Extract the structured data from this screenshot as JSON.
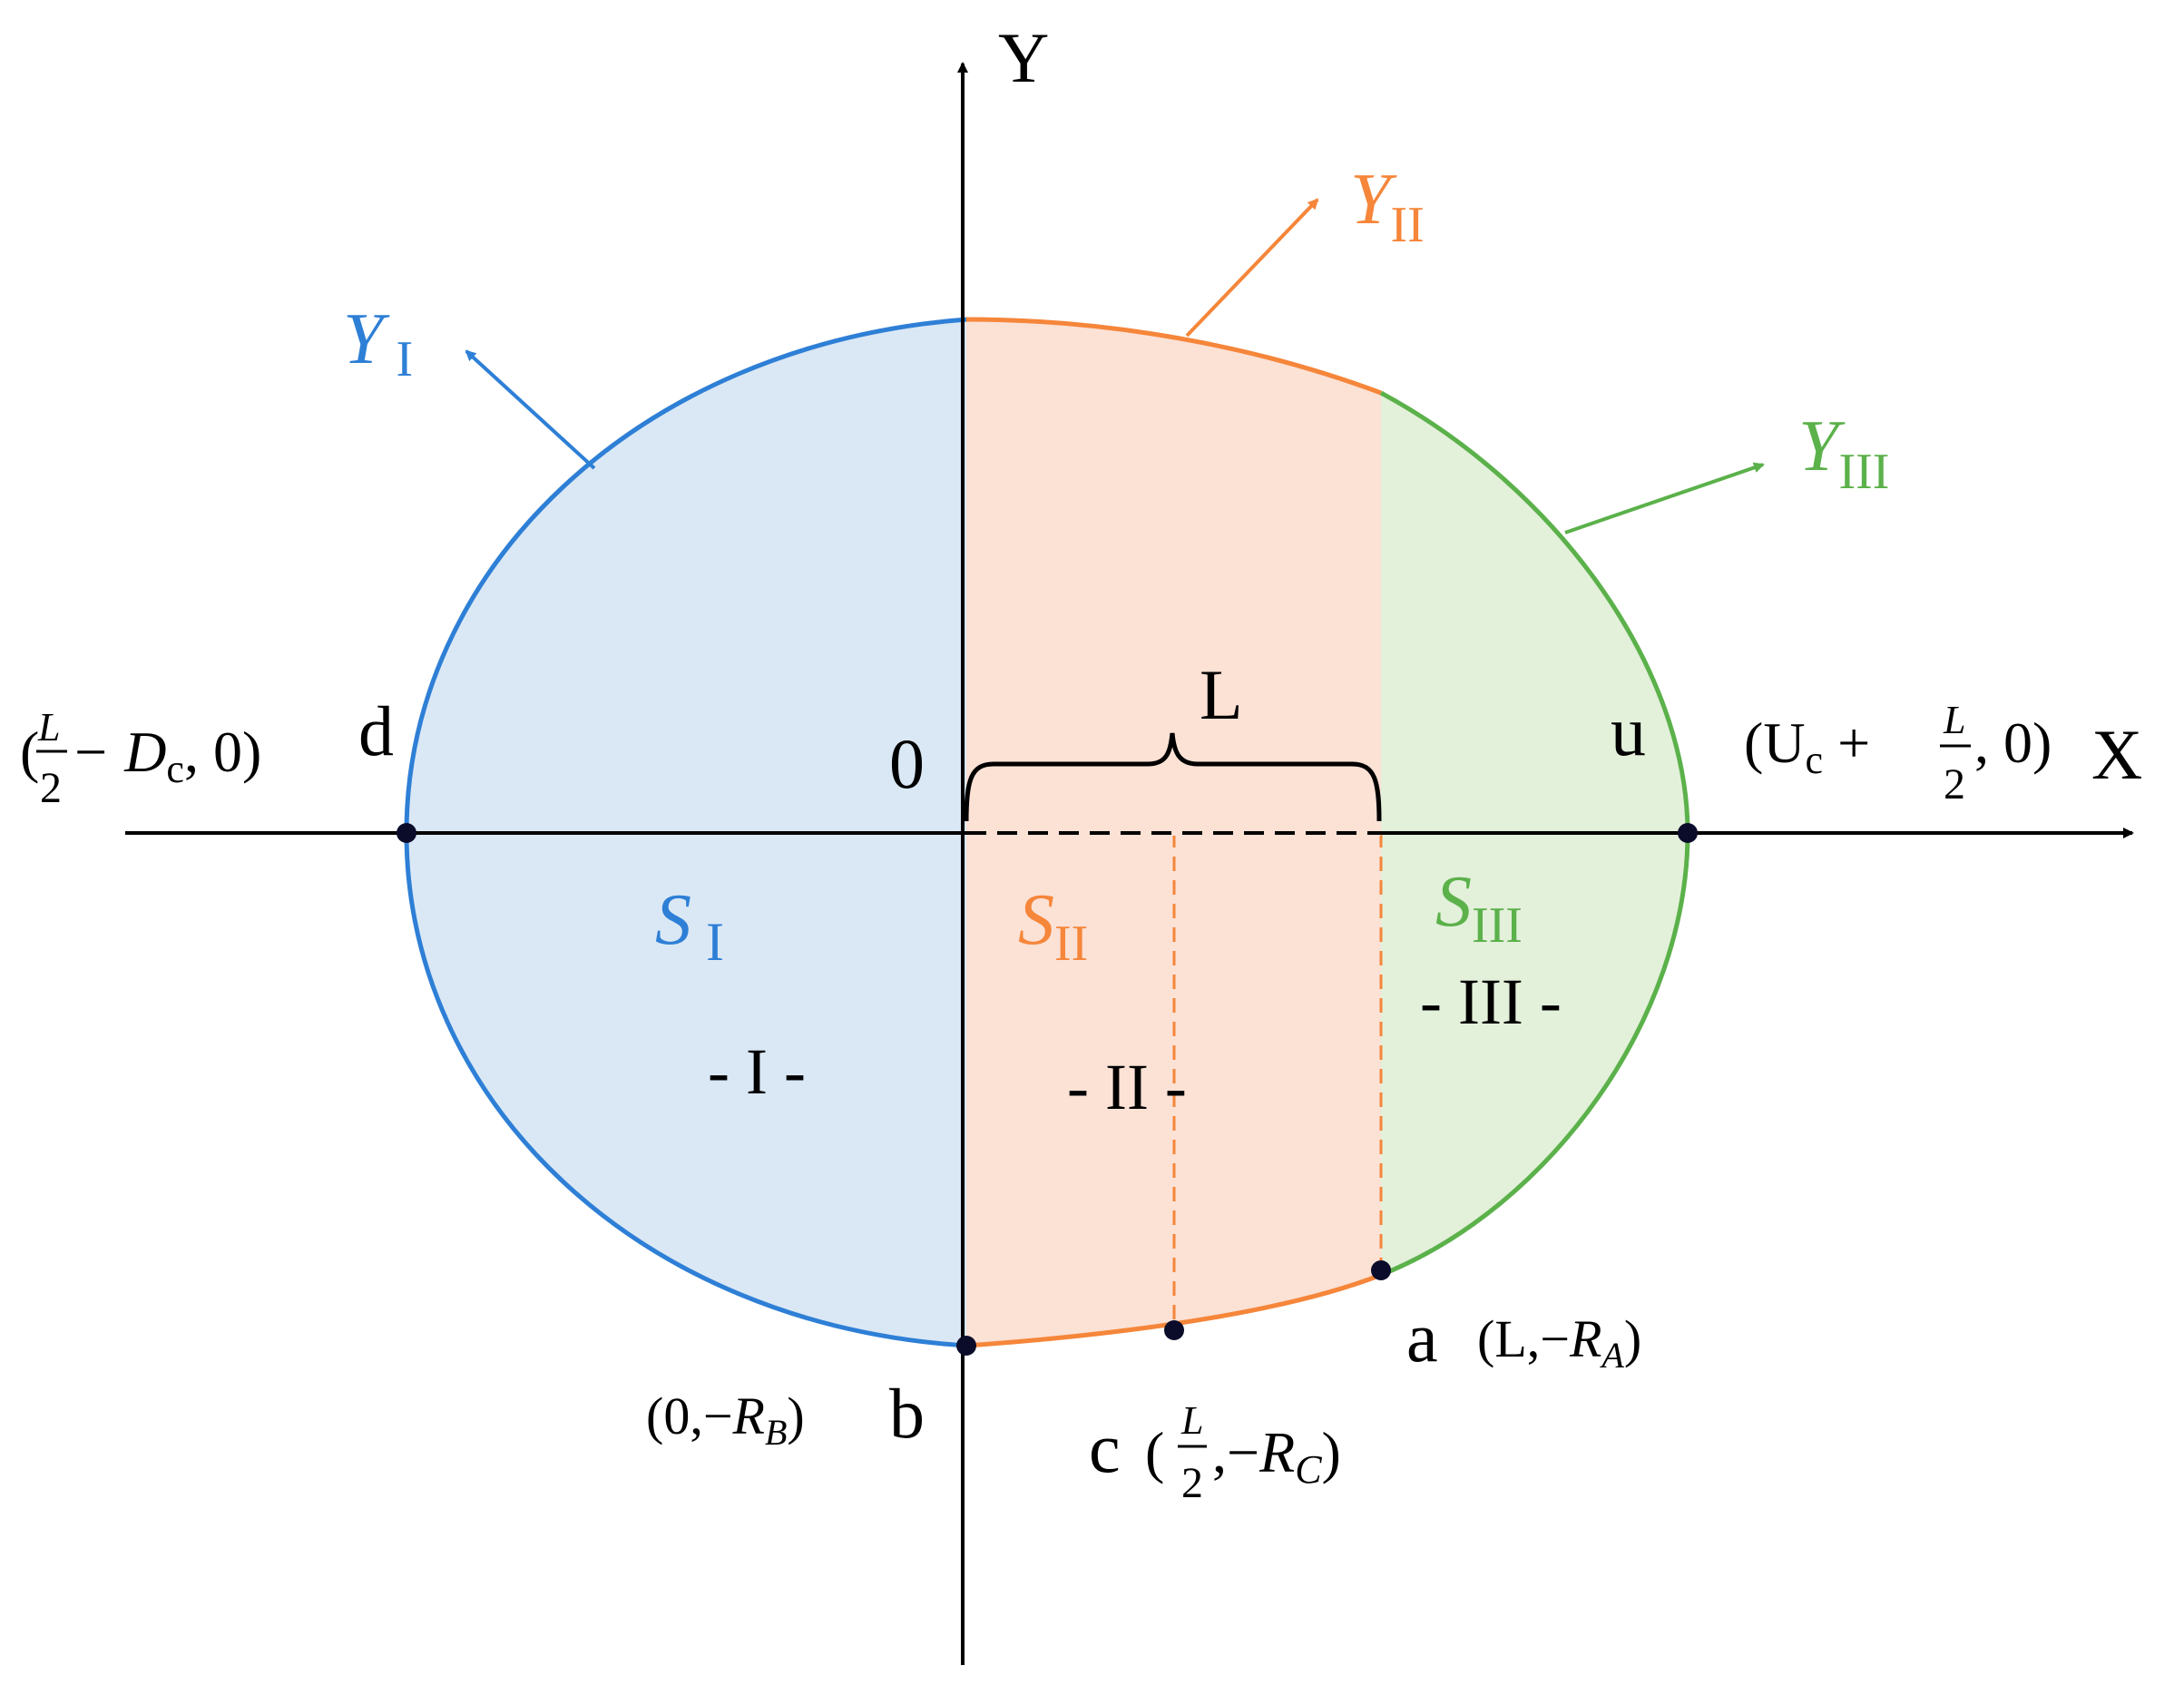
{
  "colors": {
    "region_I_stroke": "#2E7FD6",
    "region_I_fill": "#DAE8F5",
    "region_II_stroke": "#F5863A",
    "region_II_fill": "#FCE1D5",
    "region_III_stroke": "#5BB14A",
    "region_III_fill": "#E3F0DA",
    "axis": "#000000"
  },
  "axes": {
    "x_label": "X",
    "y_label": "Y",
    "origin_label": "0"
  },
  "brace_label": "L",
  "boundary_labels": {
    "y1": {
      "main": "Y",
      "sub": "I"
    },
    "y2": {
      "main": "Y",
      "sub": "II"
    },
    "y3": {
      "main": "Y",
      "sub": "III"
    }
  },
  "area_labels": {
    "s1": {
      "main": "S",
      "sub": "I"
    },
    "s2": {
      "main": "S",
      "sub": "II"
    },
    "s3": {
      "main": "S",
      "sub": "III"
    }
  },
  "region_labels": {
    "r1": "- I -",
    "r2": "- II -",
    "r3": "- III -"
  },
  "points": {
    "d": {
      "name": "d",
      "frac_num": "L",
      "frac_den": "2",
      "rest": " − D",
      "rest_sub": "c",
      "tail": ", 0)"
    },
    "u": {
      "name": "u",
      "lead": "(U",
      "lead_sub": "c",
      "mid": " + ",
      "frac_num": "L",
      "frac_den": "2",
      "tail": ", 0)"
    },
    "b": {
      "name": "b",
      "coord_pre": "(0,−",
      "var": "R",
      "var_sub": "B",
      "close": ")"
    },
    "c": {
      "name": "c",
      "open": "(",
      "frac_num": "L",
      "frac_den": "2",
      "comma": ",−",
      "var": "R",
      "var_sub": "C",
      "close": ")"
    },
    "a": {
      "name": "a",
      "coord_pre": "(L,−",
      "var": "R",
      "var_sub": "A",
      "close": ")"
    }
  }
}
